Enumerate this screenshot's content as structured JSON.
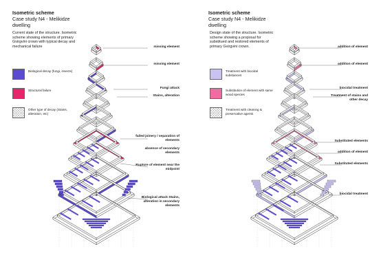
{
  "colors": {
    "biological": "#5b4bd1",
    "structural": "#e8246a",
    "treatment_bio": "#c9c3f3",
    "treatment_sub": "#f06ba0",
    "timber": "#ffffff",
    "outline": "#333333"
  },
  "left": {
    "title": "Isometric scheme",
    "subtitle": "Case study N4 - Melikidze dwelling",
    "description": "Current state of the structure. Isometric scheme showing elements of primary Gvirgvini crown with typical decay and mechanical failure",
    "legend": [
      {
        "label": "Biological decay (fungi, insects)",
        "swatch": "biological"
      },
      {
        "label": "Structural failure",
        "swatch": "structural"
      },
      {
        "label": "Other type of decay (Stains, alteration, etc)",
        "swatch": "hatch"
      }
    ],
    "annotations": [
      "missing element",
      "missing element",
      "Fungi attack",
      "Stains, alteration",
      "failed joinery / separation of elements",
      "absence of secondary elements",
      "Rupture of element near the midpoint",
      "Biological attack Stains, alteration in secondary elements"
    ]
  },
  "right": {
    "title": "Isometric scheme",
    "subtitle": "Case study N4 - Melikidze dwelling",
    "description": "Design state of the structure. Isometric scheme showing a proposal for substitued and restored elements of primary Gvirgvini crown.",
    "legend": [
      {
        "label": "Treatment with biocidal substances",
        "swatch": "treatment_bio"
      },
      {
        "label": "Substitution of element with same wood species",
        "swatch": "treatment_sub"
      },
      {
        "label": "Treatment with cleaning & preservative agents",
        "swatch": "hatch"
      }
    ],
    "annotations": [
      "addition of element",
      "addition of element",
      "biocidal treatment",
      "Treatment of stains and other decay",
      "Substituted elements",
      "addition of element",
      "Substituted elements",
      "biocidal treatment"
    ]
  }
}
